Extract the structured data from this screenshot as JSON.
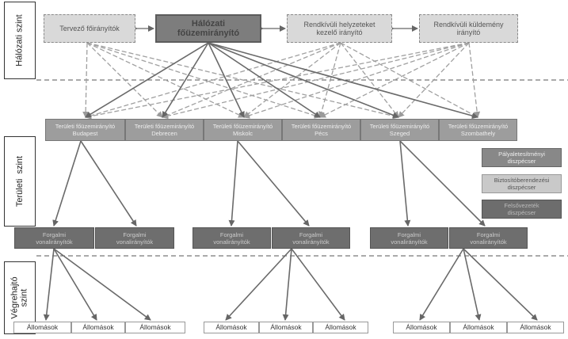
{
  "levels": {
    "network": "Hálózati szint",
    "regional_line1": "Területi",
    "regional_line2": "szint",
    "exec_line1": "Végrehajtó",
    "exec_line2": "szint"
  },
  "top": {
    "planner": "Tervező főirányítók",
    "main_line1": "Hálózati",
    "main_line2": "főüzemirányító",
    "emergency_line1": "Rendkívüli helyzeteket",
    "emergency_line2": "kezelő irányító",
    "shipment_line1": "Rendkívüli küldemény",
    "shipment_line2": "irányító"
  },
  "regional": {
    "title": "Területi főüzemirányító",
    "cities": [
      "Budapest",
      "Debrecen",
      "Miskolc",
      "Pécs",
      "Szeged",
      "Szombathely"
    ]
  },
  "side": {
    "track_line1": "Pályaletesítményi",
    "track_line2": "diszpécser",
    "safety_line1": "Biztosítóberendezési",
    "safety_line2": "diszpécser",
    "overhead_line1": "Felsővezeték",
    "overhead_line2": "diszpécser"
  },
  "traffic": {
    "line1": "Forgalmi",
    "line2": "vonalirányítók"
  },
  "station": "Állomások"
}
